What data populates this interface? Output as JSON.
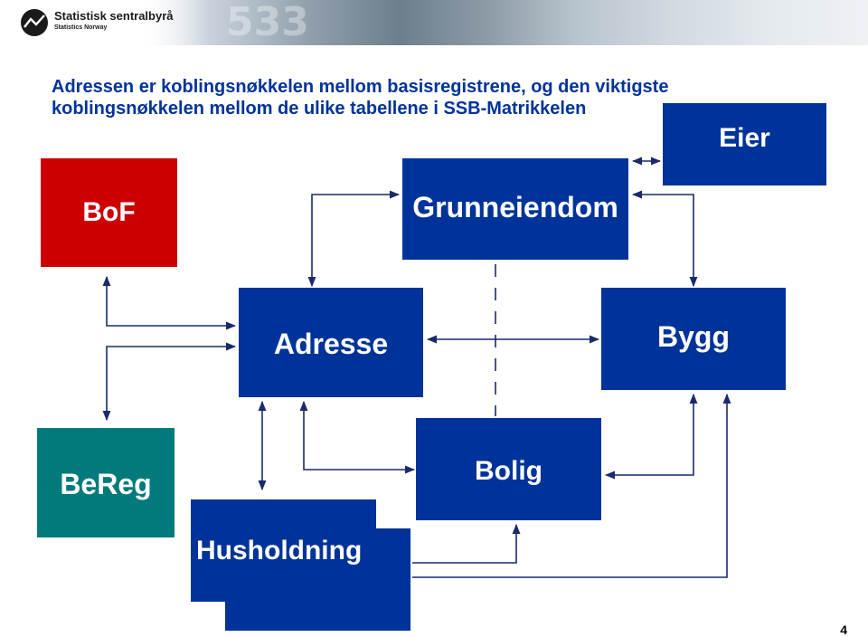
{
  "header": {
    "org_name": "Statistisk sentralbyrå",
    "org_name_en": "Statistics Norway",
    "banner_text": "533"
  },
  "title": {
    "line1": "Adressen er koblingsnøkkelen mellom basisregistrene, og den viktigste",
    "line2": "koblingsnøkkelen mellom de ulike tabellene i SSB-Matrikkelen"
  },
  "boxes": {
    "eier": "Eier",
    "bof": "BoF",
    "grunneiendom": "Grunneiendom",
    "adresse": "Adresse",
    "bygg": "Bygg",
    "bereg": "BeReg",
    "bolig": "Bolig",
    "husholdning": "Husholdning"
  },
  "colors": {
    "blue": "#003399",
    "red": "#cc0000",
    "teal": "#007a7a",
    "title_blue": "#00339a"
  },
  "footer": {
    "page_number": "4"
  }
}
